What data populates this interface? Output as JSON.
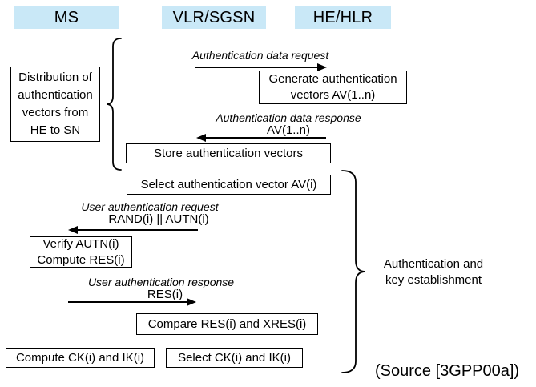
{
  "columns": {
    "ms": "MS",
    "vlr": "VLR/SGSN",
    "hehlr": "HE/HLR"
  },
  "boxes": {
    "distribution": {
      "lines": [
        "Distribution of",
        "authentication",
        "vectors from",
        "HE to SN"
      ]
    },
    "generate": {
      "lines": [
        "Generate authentication",
        "vectors AV(1..n)"
      ]
    },
    "store": {
      "lines": [
        "Store authentication vectors"
      ]
    },
    "select_av": {
      "lines": [
        "Select authentication vector AV(i)"
      ]
    },
    "verify": {
      "lines": [
        "Verify AUTN(i)",
        "Compute RES(i)"
      ]
    },
    "compare": {
      "lines": [
        "Compare RES(i) and XRES(i)"
      ]
    },
    "compute_ck": {
      "lines": [
        "Compute CK(i) and IK(i)"
      ]
    },
    "select_ck": {
      "lines": [
        "Select CK(i) and IK(i)"
      ]
    },
    "auth_key": {
      "lines": [
        "Authentication and",
        "key establishment"
      ]
    }
  },
  "messages": {
    "auth_data_request": {
      "name": "Authentication data request",
      "params": "",
      "direction": "right"
    },
    "auth_data_response": {
      "name": "Authentication data response",
      "params": "AV(1..n)",
      "direction": "left"
    },
    "user_auth_request": {
      "name": "User authentication request",
      "params": "RAND(i) || AUTN(i)",
      "direction": "left"
    },
    "user_auth_response": {
      "name": "User authentication response",
      "params": "RES(i)",
      "direction": "right"
    }
  },
  "source_note": "(Source [3GPP00a])",
  "colors": {
    "header_bg": "#c9e8f7",
    "stroke": "#000000",
    "box_bg": "#ffffff"
  }
}
